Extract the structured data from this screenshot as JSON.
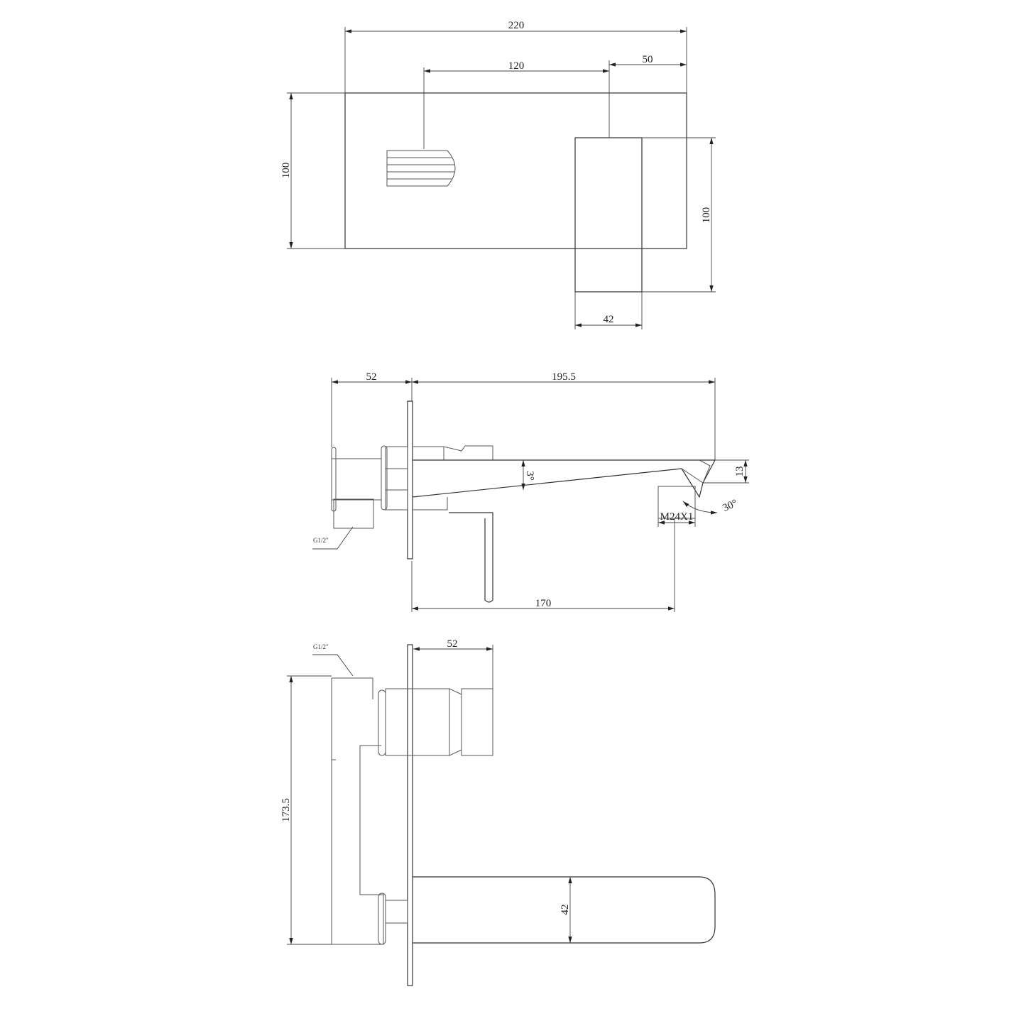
{
  "top_view": {
    "overall_width": "220",
    "spout_center_offset": "120",
    "spout_to_edge": "50",
    "plate_height": "100",
    "spout_height": "100",
    "spout_width": "42"
  },
  "side_view": {
    "body_depth": "52",
    "spout_projection": "195.5",
    "spout_angle": "3°",
    "outlet_height": "13",
    "aerator_thread": "M24X1",
    "outlet_angle": "30°",
    "inlet_thread": "G1/2\"",
    "outlet_reach": "170"
  },
  "bottom_view": {
    "inlet_thread": "G1/2\"",
    "handle_depth": "52",
    "body_height": "173.5",
    "spout_width": "42"
  },
  "colors": {
    "line": "#555555",
    "background": "#ffffff"
  }
}
